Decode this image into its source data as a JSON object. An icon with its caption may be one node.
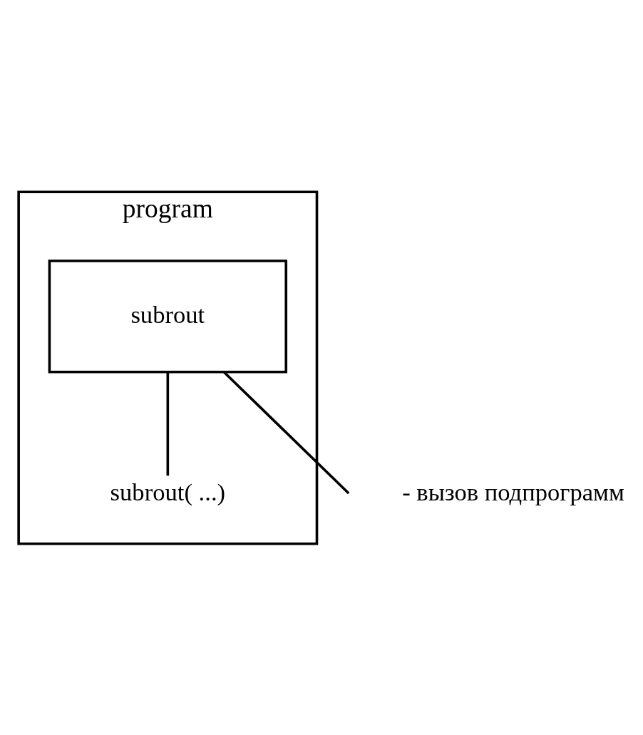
{
  "diagram": {
    "nodes": [
      {
        "text": [
          "program"
        ]
      },
      {
        "text": [
          "subrout"
        ],
        "in": 0
      },
      {
        "text": [
          "subrout( ...)"
        ],
        "in": 0
      }
    ],
    "edges": [
      {
        "from": 1,
        "to": null,
        "arrow": "none"
      },
      {
        "from": 1,
        "to": 2,
        "arrow": "none"
      }
    ],
    "labels": [
      "- вызов подпрограмм"
    ]
  }
}
